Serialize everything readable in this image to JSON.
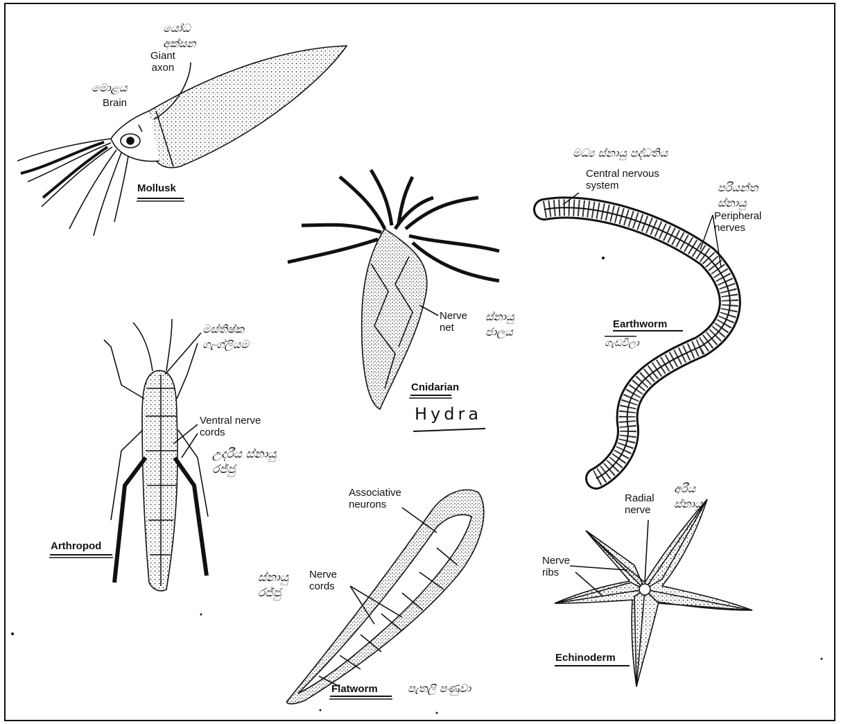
{
  "mollusk": {
    "name": "Mollusk",
    "giant_axon": "Giant\naxon",
    "giant_axon_si": "යෝධ\nඅක්සන",
    "brain": "Brain",
    "brain_si": "මොළය"
  },
  "cnidarian": {
    "name": "Cnidarian",
    "handwritten": "Hydra",
    "nerve_net": "Nerve\nnet",
    "nerve_net_si": "ස්නායු\nජාලය"
  },
  "earthworm": {
    "name": "Earthworm",
    "name_si": "ගැඩවිලා",
    "cns": "Central nervous\nsystem",
    "cns_si": "මධ්‍ය ස්නායු පද්ධතිය",
    "peripheral": "Peripheral\nnerves",
    "peripheral_si": "පරියන්ත\nස්නායු"
  },
  "arthropod": {
    "name": "Arthropod",
    "ganglion_si": "මස්තිෂ්ක\nගැංග්ලියම",
    "ventral": "Ventral nerve\ncords",
    "ventral_si": "උදරීය ස්නායු\nරජ්ජු"
  },
  "flatworm": {
    "name": "Flatworm",
    "name_si": "පැතලි පණුවා",
    "associative": "Associative\nneurons",
    "cords": "Nerve\ncords",
    "cords_si": "ස්නායු\nරජ්ජු"
  },
  "echinoderm": {
    "name": "Echinoderm",
    "radial": "Radial\nnerve",
    "radial_si": "අරීය\nස්නායු",
    "ribs": "Nerve\nribs"
  }
}
